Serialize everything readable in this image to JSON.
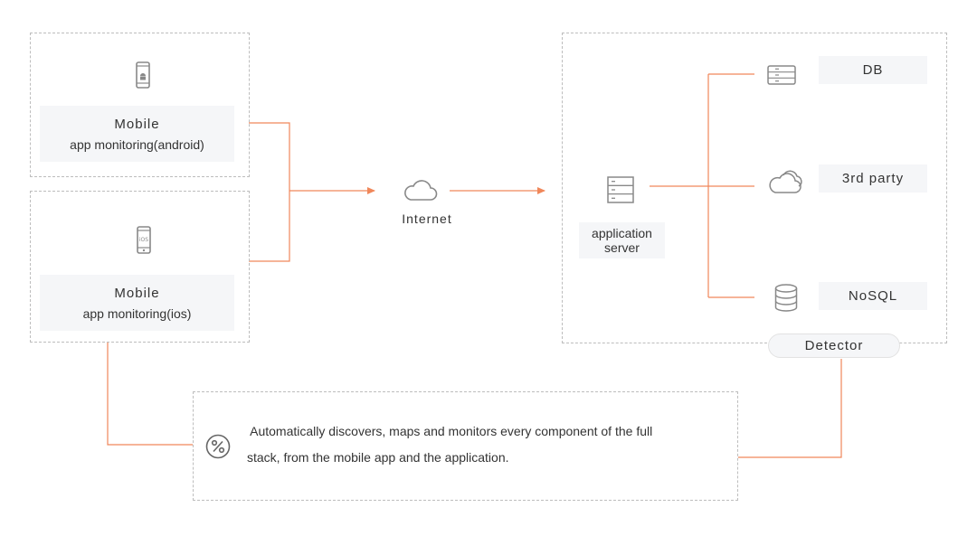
{
  "colors": {
    "connector": "#f0875a",
    "border_dashed": "#bdbdbd",
    "label_bg": "#f5f6f8",
    "icon": "#888888"
  },
  "android": {
    "title": "Mobile",
    "subtitle": "app monitoring(android)",
    "icon": "android-phone-icon"
  },
  "ios": {
    "title": "Mobile",
    "subtitle": "app monitoring(ios)",
    "icon": "ios-phone-icon"
  },
  "internet": {
    "label": "Internet",
    "icon": "cloud-icon"
  },
  "app_server": {
    "line1": "application",
    "line2": "server",
    "icon": "server-icon"
  },
  "db": {
    "label": "DB",
    "icon": "server-rack-icon"
  },
  "third_party": {
    "label": "3rd party",
    "icon": "cloud-icon"
  },
  "nosql": {
    "label": "NoSQL",
    "icon": "database-icon"
  },
  "detector": {
    "label": "Detector"
  },
  "summary": {
    "line1": " Automatically discovers, maps and monitors every component of the full",
    "line2": "stack, from the mobile app and the application.",
    "icon": "percent-icon"
  }
}
